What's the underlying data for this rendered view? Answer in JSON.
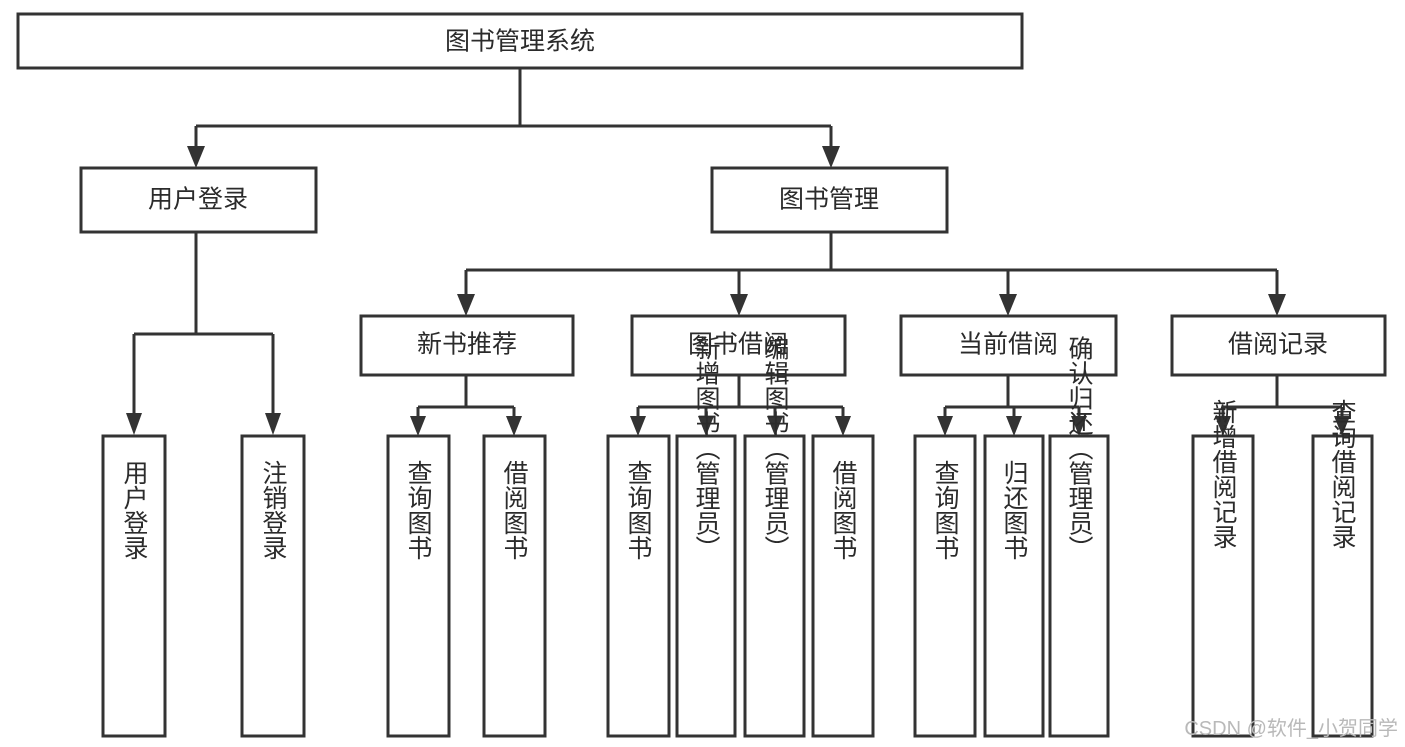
{
  "diagram": {
    "title": "图书管理系统",
    "type": "tree-hierarchy-diagram",
    "colors": {
      "box_fill": "#ffffff",
      "box_stroke": "#333333",
      "text": "#2b2b2b",
      "watermark": "#b9b9b9",
      "background": "#ffffff"
    },
    "root": {
      "label": "图书管理系统"
    },
    "level2": [
      {
        "label": "用户登录"
      },
      {
        "label": "图书管理"
      }
    ],
    "level3": [
      {
        "label": "新书推荐"
      },
      {
        "label": "图书借阅"
      },
      {
        "label": "当前借阅"
      },
      {
        "label": "借阅记录"
      }
    ],
    "leaves": {
      "user_login": [
        {
          "label": "用户登录"
        },
        {
          "label": "注销登录"
        }
      ],
      "new_book_recommend": [
        {
          "label": "查询图书"
        },
        {
          "label": "借阅图书"
        }
      ],
      "book_borrow": [
        {
          "label": "查询图书"
        },
        {
          "label": "新增图书（管理员）"
        },
        {
          "label": "编辑图书（管理员）"
        },
        {
          "label": "借阅图书"
        }
      ],
      "current_borrow": [
        {
          "label": "查询图书"
        },
        {
          "label": "归还图书"
        },
        {
          "label": "确认归还（管理员）"
        }
      ],
      "borrow_record": [
        {
          "label": "新增借阅记录"
        },
        {
          "label": "查询借阅记录"
        }
      ]
    }
  },
  "watermark": {
    "text": "CSDN @软件_小贺同学"
  }
}
